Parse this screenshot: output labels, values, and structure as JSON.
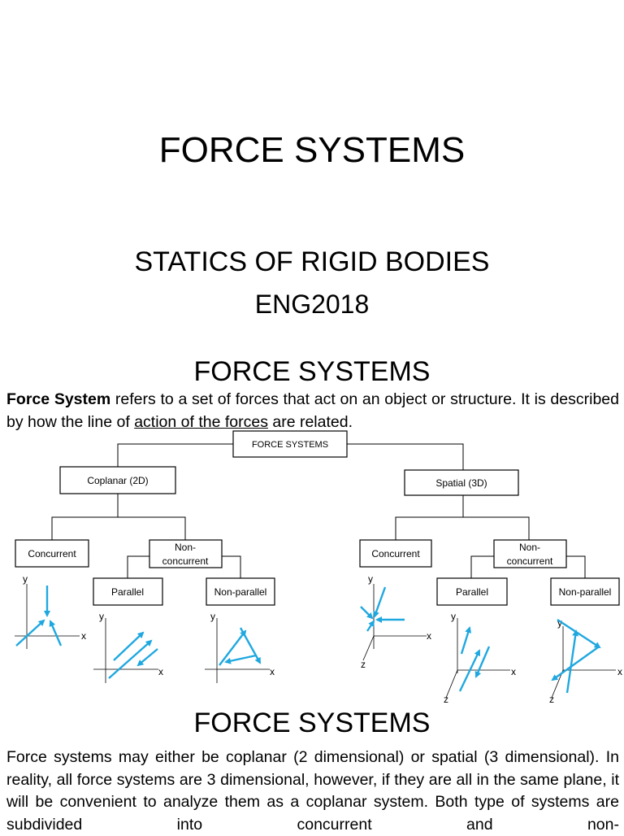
{
  "title": "FORCE SYSTEMS",
  "subtitle": "STATICS OF RIGID BODIES",
  "course_code": "ENG2018",
  "section1": {
    "heading": "FORCE SYSTEMS",
    "bold_term": "Force System",
    "text_before_underline": " refers to a set of forces that act on an object or structure. It is described by how the line of ",
    "underlined": "action of the forces",
    "text_after_underline": " are related."
  },
  "diagram": {
    "root": "FORCE SYSTEMS",
    "coplanar": "Coplanar (2D)",
    "spatial": "Spatial (3D)",
    "concurrent": "Concurrent",
    "non_concurrent_line1": "Non-",
    "non_concurrent_line2": "concurrent",
    "parallel": "Parallel",
    "non_parallel": "Non-parallel",
    "axis_x": "x",
    "axis_y": "y",
    "axis_z": "z",
    "arrow_color": "#1fa8e0"
  },
  "section2": {
    "heading": "FORCE SYSTEMS",
    "text": "Force systems may either be coplanar (2 dimensional) or spatial (3 dimensional). In reality, all force systems are 3 dimensional, however, if they are all in the same plane, it will be convenient to analyze them as a coplanar system. Both type of systems are subdivided into concurrent and non-"
  }
}
